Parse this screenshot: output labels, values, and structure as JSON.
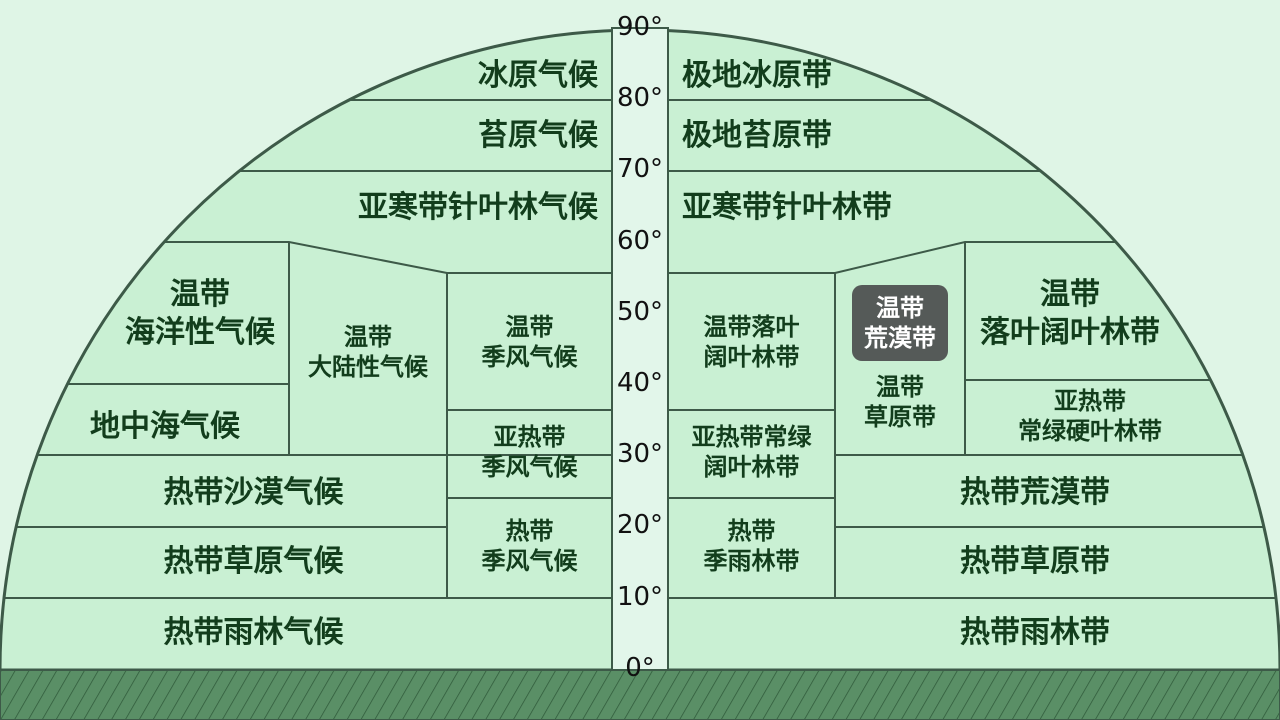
{
  "latitudes": [
    "90°",
    "80°",
    "70°",
    "60°",
    "50°",
    "40°",
    "30°",
    "20°",
    "10°",
    "0°"
  ],
  "climates": {
    "ice_cap": "冰原气候",
    "tundra": "苔原气候",
    "subarctic": "亚寒带针叶林气候",
    "temperate_oceanic": "温带\n海洋性气候",
    "mediterranean": "地中海气候",
    "temperate_continental": "温带\n大陆性气候",
    "temperate_monsoon": "温带\n季风气候",
    "subtropical_monsoon": "亚热带\n季风气候",
    "tropical_monsoon": "热带\n季风气候",
    "tropical_desert": "热带沙漠气候",
    "tropical_savanna": "热带草原气候",
    "tropical_rainforest": "热带雨林气候"
  },
  "zones": {
    "polar_ice": "极地冰原带",
    "polar_tundra": "极地苔原带",
    "taiga": "亚寒带针叶林带",
    "temperate_deciduous": "温带落叶\n阔叶林带",
    "temperate_desert": "温带\n荒漠带",
    "temperate_steppe": "温带\n草原带",
    "temperate_deciduous_broad": "温带\n落叶阔叶林带",
    "subtropical_sclerophyll": "亚热带\n常绿硬叶林带",
    "subtropical_evergreen": "亚热带常绿\n阔叶林带",
    "tropical_monsoon_forest": "热带\n季雨林带",
    "tropical_desert": "热带荒漠带",
    "tropical_savanna": "热带草原带",
    "tropical_rainforest": "热带雨林带"
  }
}
